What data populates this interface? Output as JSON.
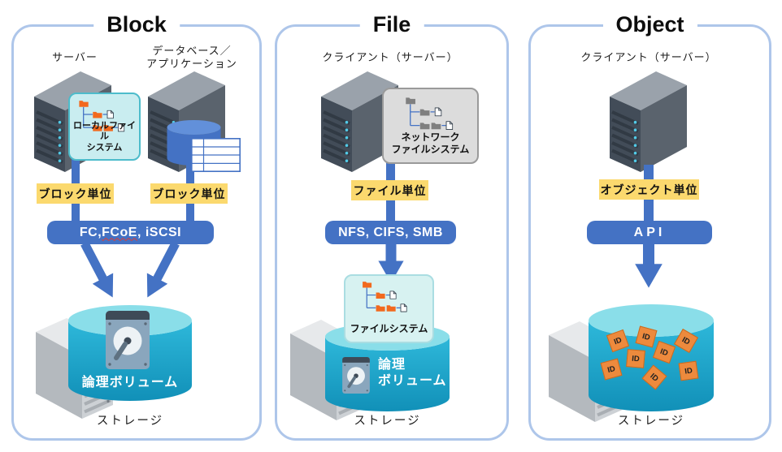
{
  "panels": {
    "block": {
      "title": "Block",
      "server_label": "サーバー",
      "database_label_line1": "データベース／",
      "database_label_line2": "アプリケーション",
      "local_fs_caption_line1": "ローカルファイル",
      "local_fs_caption_line2": "システム",
      "unit_badge_left": "ブロック単位",
      "unit_badge_right": "ブロック単位",
      "protocol_parts": [
        "FC, ",
        "FCoE",
        ", iSCSI"
      ],
      "volume_label": "論理ボリューム",
      "storage_label": "ストレージ"
    },
    "file": {
      "title": "File",
      "client_label": "クライアント（サーバー）",
      "network_fs_caption_line1": "ネットワーク",
      "network_fs_caption_line2": "ファイルシステム",
      "unit_badge": "ファイル単位",
      "protocol": "NFS, CIFS, SMB",
      "fs_caption": "ファイルシステム",
      "volume_label_line1": "論理",
      "volume_label_line2": "ボリューム",
      "storage_label": "ストレージ"
    },
    "object": {
      "title": "Object",
      "client_label": "クライアント（サーバー）",
      "unit_badge": "オブジェクト単位",
      "protocol": "API",
      "id_tags": [
        "ID",
        "ID",
        "ID",
        "ID",
        "ID",
        "ID",
        "ID",
        "ID"
      ],
      "storage_label": "ストレージ"
    }
  },
  "colors": {
    "panel_border": "#aec6ea",
    "accent_blue": "#4472c4",
    "badge_yellow": "#fbd96e",
    "teal_box_bg": "#c9edf0",
    "teal_box_border": "#4dbccb",
    "gray_box_bg": "#dcdcdc",
    "fs_box_bg": "#d7f2f1",
    "cylinder_top": "#8adee9",
    "cylinder_body": "#2eb8da",
    "cylinder_body_dark": "#1190b8",
    "folder_orange": "#f2691e",
    "folder_gray": "#7f7f7f",
    "id_tag_fill": "#ed8a3d",
    "id_tag_border": "#c86a1e",
    "server_dark": "#424c58",
    "server_gray": "#cdd1d5",
    "spellcheck_red": "#e03c31"
  }
}
